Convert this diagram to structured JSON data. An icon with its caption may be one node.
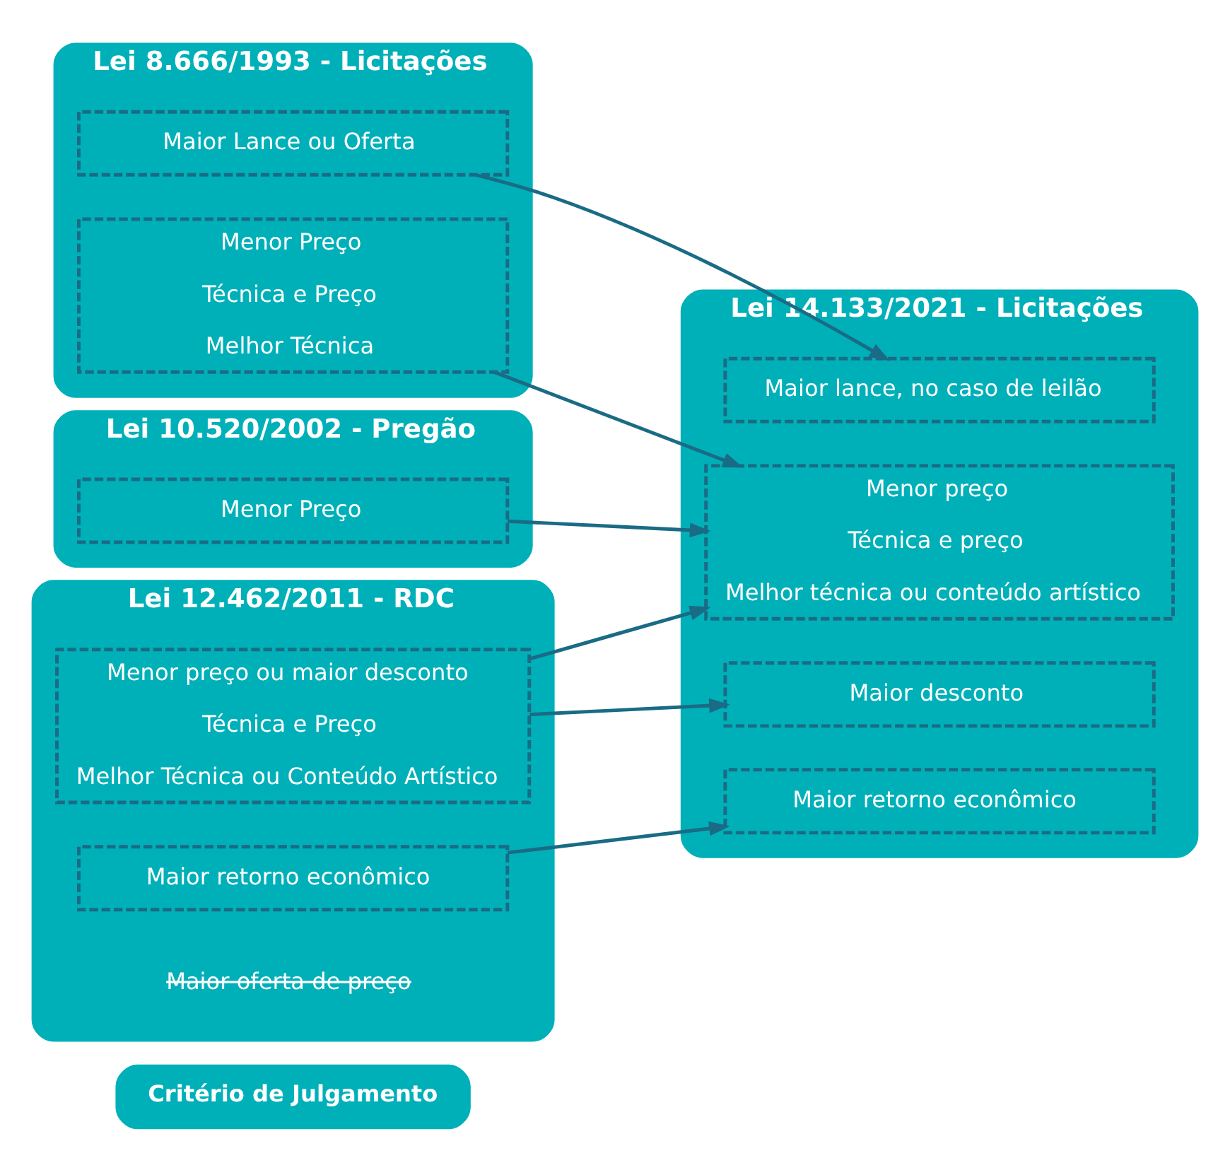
{
  "diagram": {
    "nodes": [
      {
        "text": [
          "Critério de Julgamento"
        ]
      },
      {
        "text": [
          "Lei 8.666/1993 - Licitações"
        ]
      },
      {
        "text": [
          "Maior Lance ou Oferta"
        ],
        "in": 1
      },
      {
        "text": [
          "Menor Preço",
          "Técnica e Preço",
          "Melhor Técnica"
        ],
        "in": 1
      },
      {
        "text": [
          "Lei 10.520/2002 - Pregão"
        ]
      },
      {
        "text": [
          "Menor Preço"
        ],
        "in": 4
      },
      {
        "text": [
          "Lei 12.462/2011 - RDC"
        ]
      },
      {
        "text": [
          "Menor preço ou maior desconto",
          "Técnica e Preço",
          "Melhor Técnica ou Conteúdo Artístico"
        ],
        "in": 6
      },
      {
        "text": [
          "Maior retorno econômico"
        ],
        "in": 6
      },
      {
        "text": [
          "Lei 14.133/2021 - Licitações"
        ]
      },
      {
        "text": [
          "Maior lance, no caso de leilão"
        ],
        "in": 9
      },
      {
        "text": [
          "Menor preço",
          "Técnica e preço",
          "Melhor técnica ou conteúdo artístico"
        ],
        "in": 9
      },
      {
        "text": [
          "Maior desconto"
        ],
        "in": 9
      },
      {
        "text": [
          "Maior retorno econômico"
        ],
        "in": 9
      }
    ],
    "edges": [
      {
        "from": 2,
        "to": 10,
        "arrow": "to"
      },
      {
        "from": 3,
        "to": 11,
        "arrow": "to"
      },
      {
        "from": 5,
        "to": 11,
        "arrow": "to"
      },
      {
        "from": 7,
        "to": 11,
        "arrow": "to"
      },
      {
        "from": 7,
        "to": 12,
        "arrow": "to"
      },
      {
        "from": 8,
        "to": 13,
        "arrow": "to"
      }
    ],
    "labels": [
      "Maior oferta de preço"
    ]
  }
}
